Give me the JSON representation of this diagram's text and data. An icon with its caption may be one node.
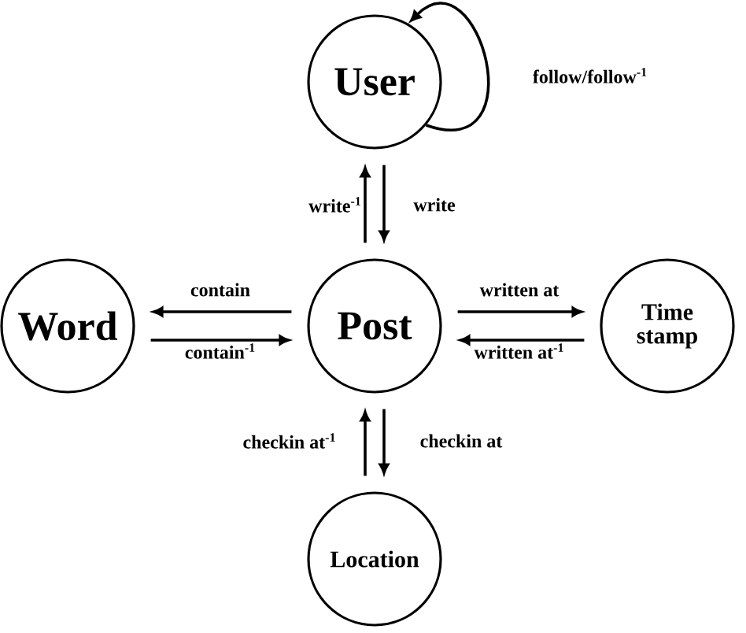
{
  "diagram": {
    "nodes": [
      {
        "text": [
          "User"
        ]
      },
      {
        "text": [
          "Word"
        ]
      },
      {
        "text": [
          "Post"
        ]
      },
      {
        "text": [
          "Time stamp"
        ]
      },
      {
        "text": [
          "Location"
        ]
      }
    ],
    "edges": [
      {
        "from": 0,
        "to": 0,
        "arrow": "to",
        "label": "follow/follow$^{-1}$"
      },
      {
        "from": 2,
        "to": 0,
        "arrow": "to",
        "label": "write$^{-1}$"
      },
      {
        "from": 0,
        "to": 2,
        "arrow": "to",
        "label": "write"
      },
      {
        "from": 2,
        "to": 1,
        "arrow": "to",
        "label": "contain"
      },
      {
        "from": 1,
        "to": 2,
        "arrow": "to",
        "label": "contain$^{-1}$"
      },
      {
        "from": 2,
        "to": 3,
        "arrow": "to",
        "label": "written at"
      },
      {
        "from": 3,
        "to": 2,
        "arrow": "to",
        "label": "written at$^{-1}$"
      },
      {
        "from": 4,
        "to": 2,
        "arrow": "to",
        "label": "checkin at$^{-1}$"
      },
      {
        "from": 2,
        "to": 4,
        "arrow": "to",
        "label": "checkin at"
      }
    ]
  }
}
